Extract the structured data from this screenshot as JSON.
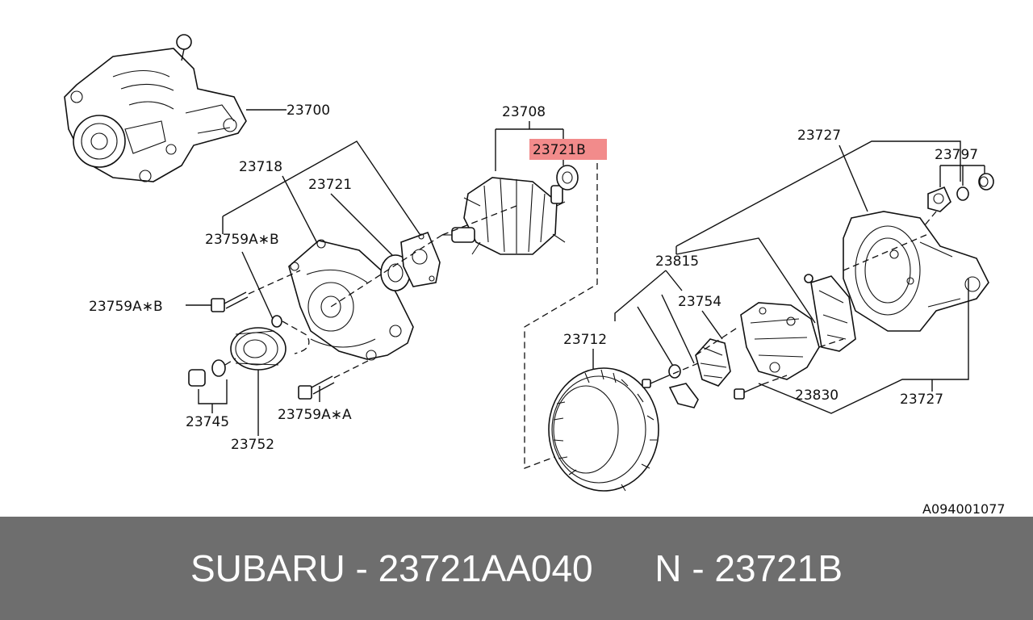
{
  "diagram": {
    "labels": {
      "l23700": "23700",
      "l23708": "23708",
      "l23721B": "23721B",
      "l23718": "23718",
      "l23721": "23721",
      "l23759AB_top": "23759A∗B",
      "l23759AB_left": "23759A∗B",
      "l23745": "23745",
      "l23752": "23752",
      "l23759AA": "23759A∗A",
      "l23712": "23712",
      "l23727_top": "23727",
      "l23797": "23797",
      "l23815": "23815",
      "l23754": "23754",
      "l23830": "23830",
      "l23727_bottom": "23727",
      "code": "A094001077"
    },
    "highlight_color": "#f28b8b"
  },
  "footer": {
    "brand": "SUBARU",
    "part_number": "23721AA040",
    "ref_prefix": "N",
    "ref_code": "23721B",
    "separator": "-",
    "background": "#6e6e6e"
  }
}
